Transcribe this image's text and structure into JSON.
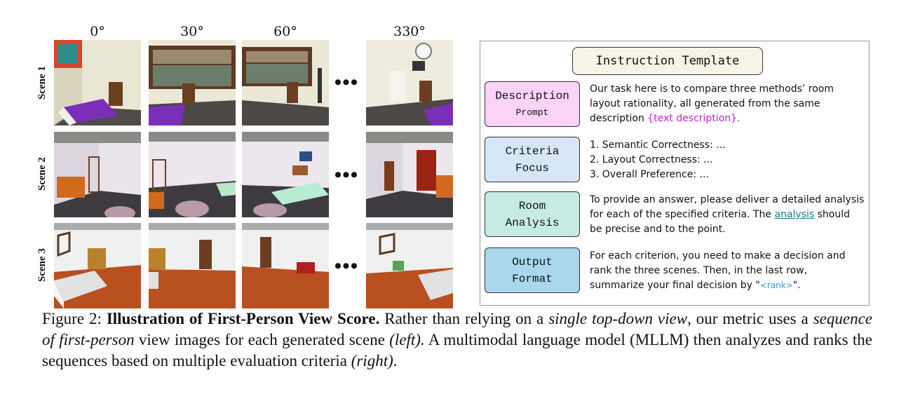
{
  "grid": {
    "angles": [
      "0°",
      "30°",
      "60°",
      "330°"
    ],
    "scenes": [
      "Scene 1",
      "Scene 2",
      "Scene 3"
    ],
    "ellipsis": "•••"
  },
  "panel": {
    "title": "Instruction Template",
    "steps": [
      {
        "label_line1": "Description",
        "label_line2": "Prompt",
        "text_before": "Our task here is to compare three methods’ room layout rationality, all generated from the same description ",
        "text_highlight": "{text description}",
        "text_after": ".",
        "fill": "#fbd3f7"
      },
      {
        "label_line1": "Criteria",
        "label_line2": "Focus",
        "lines": [
          "1. Semantic Correctness: ...",
          "2. Layout Correctness: ...",
          "3. Overall Preference: ..."
        ],
        "fill": "#d7e6f7"
      },
      {
        "label_line1": "Room",
        "label_line2": "Analysis",
        "text_before": "To provide an answer, please deliver a detailed analysis for each of the specified criteria. The ",
        "text_link": "analysis",
        "text_after": " should be precise and to the point.",
        "fill": "#c6ebe4"
      },
      {
        "label_line1": "Output",
        "label_line2": "Format",
        "text_before": "For each criterion, you need to make a decision and rank the three scenes. Then, in the last row, summarize your final decision by \"",
        "text_rank": "<rank>",
        "text_after": "\".",
        "fill": "#a9d7ee"
      }
    ]
  },
  "caption": {
    "label": "Figure 2: ",
    "bold": "Illustration of First-Person View Score.",
    "t1": " Rather than relying on a ",
    "i1": "single top-down view",
    "t2": ", our metric uses a ",
    "i2": "sequence of first-person",
    "t3": " view images for each generated scene ",
    "i3": "(left).",
    "t4": " A multimodal language model (MLLM) then analyzes and ranks the sequences based on multiple evaluation criteria ",
    "i4": "(right)",
    "t5": "."
  }
}
